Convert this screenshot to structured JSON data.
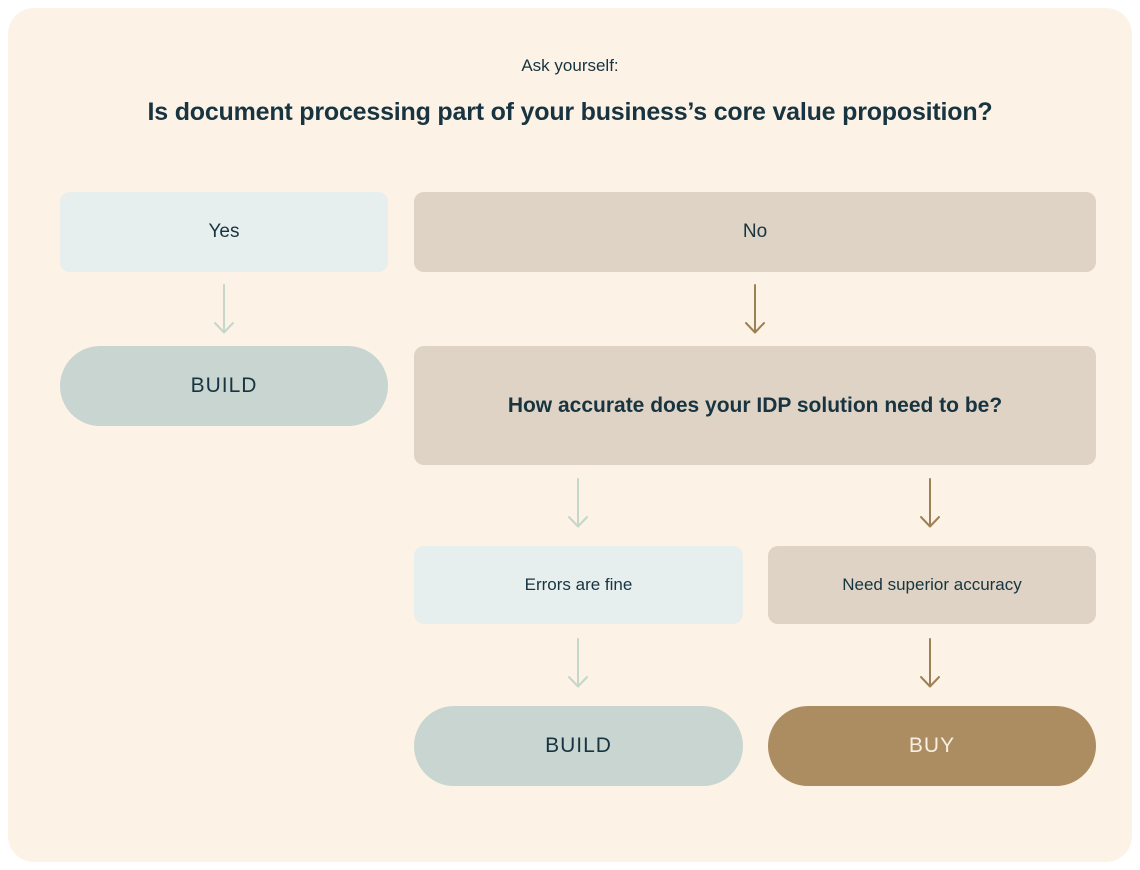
{
  "colors": {
    "page-bg": "#ffffff",
    "panel-bg": "#fdf2e6",
    "light-box-bg": "#e7eeee",
    "tan-box-bg": "#ded3c4",
    "sage-pill-bg": "#c8d5d0",
    "brown-pill-bg": "#ab8d61",
    "arrow-light": "#c5d6cb",
    "arrow-dark": "#9c8154",
    "text-dark": "#173440",
    "text-light": "#f8efe2"
  },
  "header": {
    "kicker": "Ask yourself:",
    "title": "Is document processing part of your business’s core value proposition?"
  },
  "flow": {
    "yes_label": "Yes",
    "no_label": "No",
    "build_left_label": "BUILD",
    "question2": "How accurate does your IDP solution need to be?",
    "errors_fine_label": "Errors are fine",
    "superior_accuracy_label": "Need superior accuracy",
    "build_bottom_label": "BUILD",
    "buy_label": "BUY"
  }
}
